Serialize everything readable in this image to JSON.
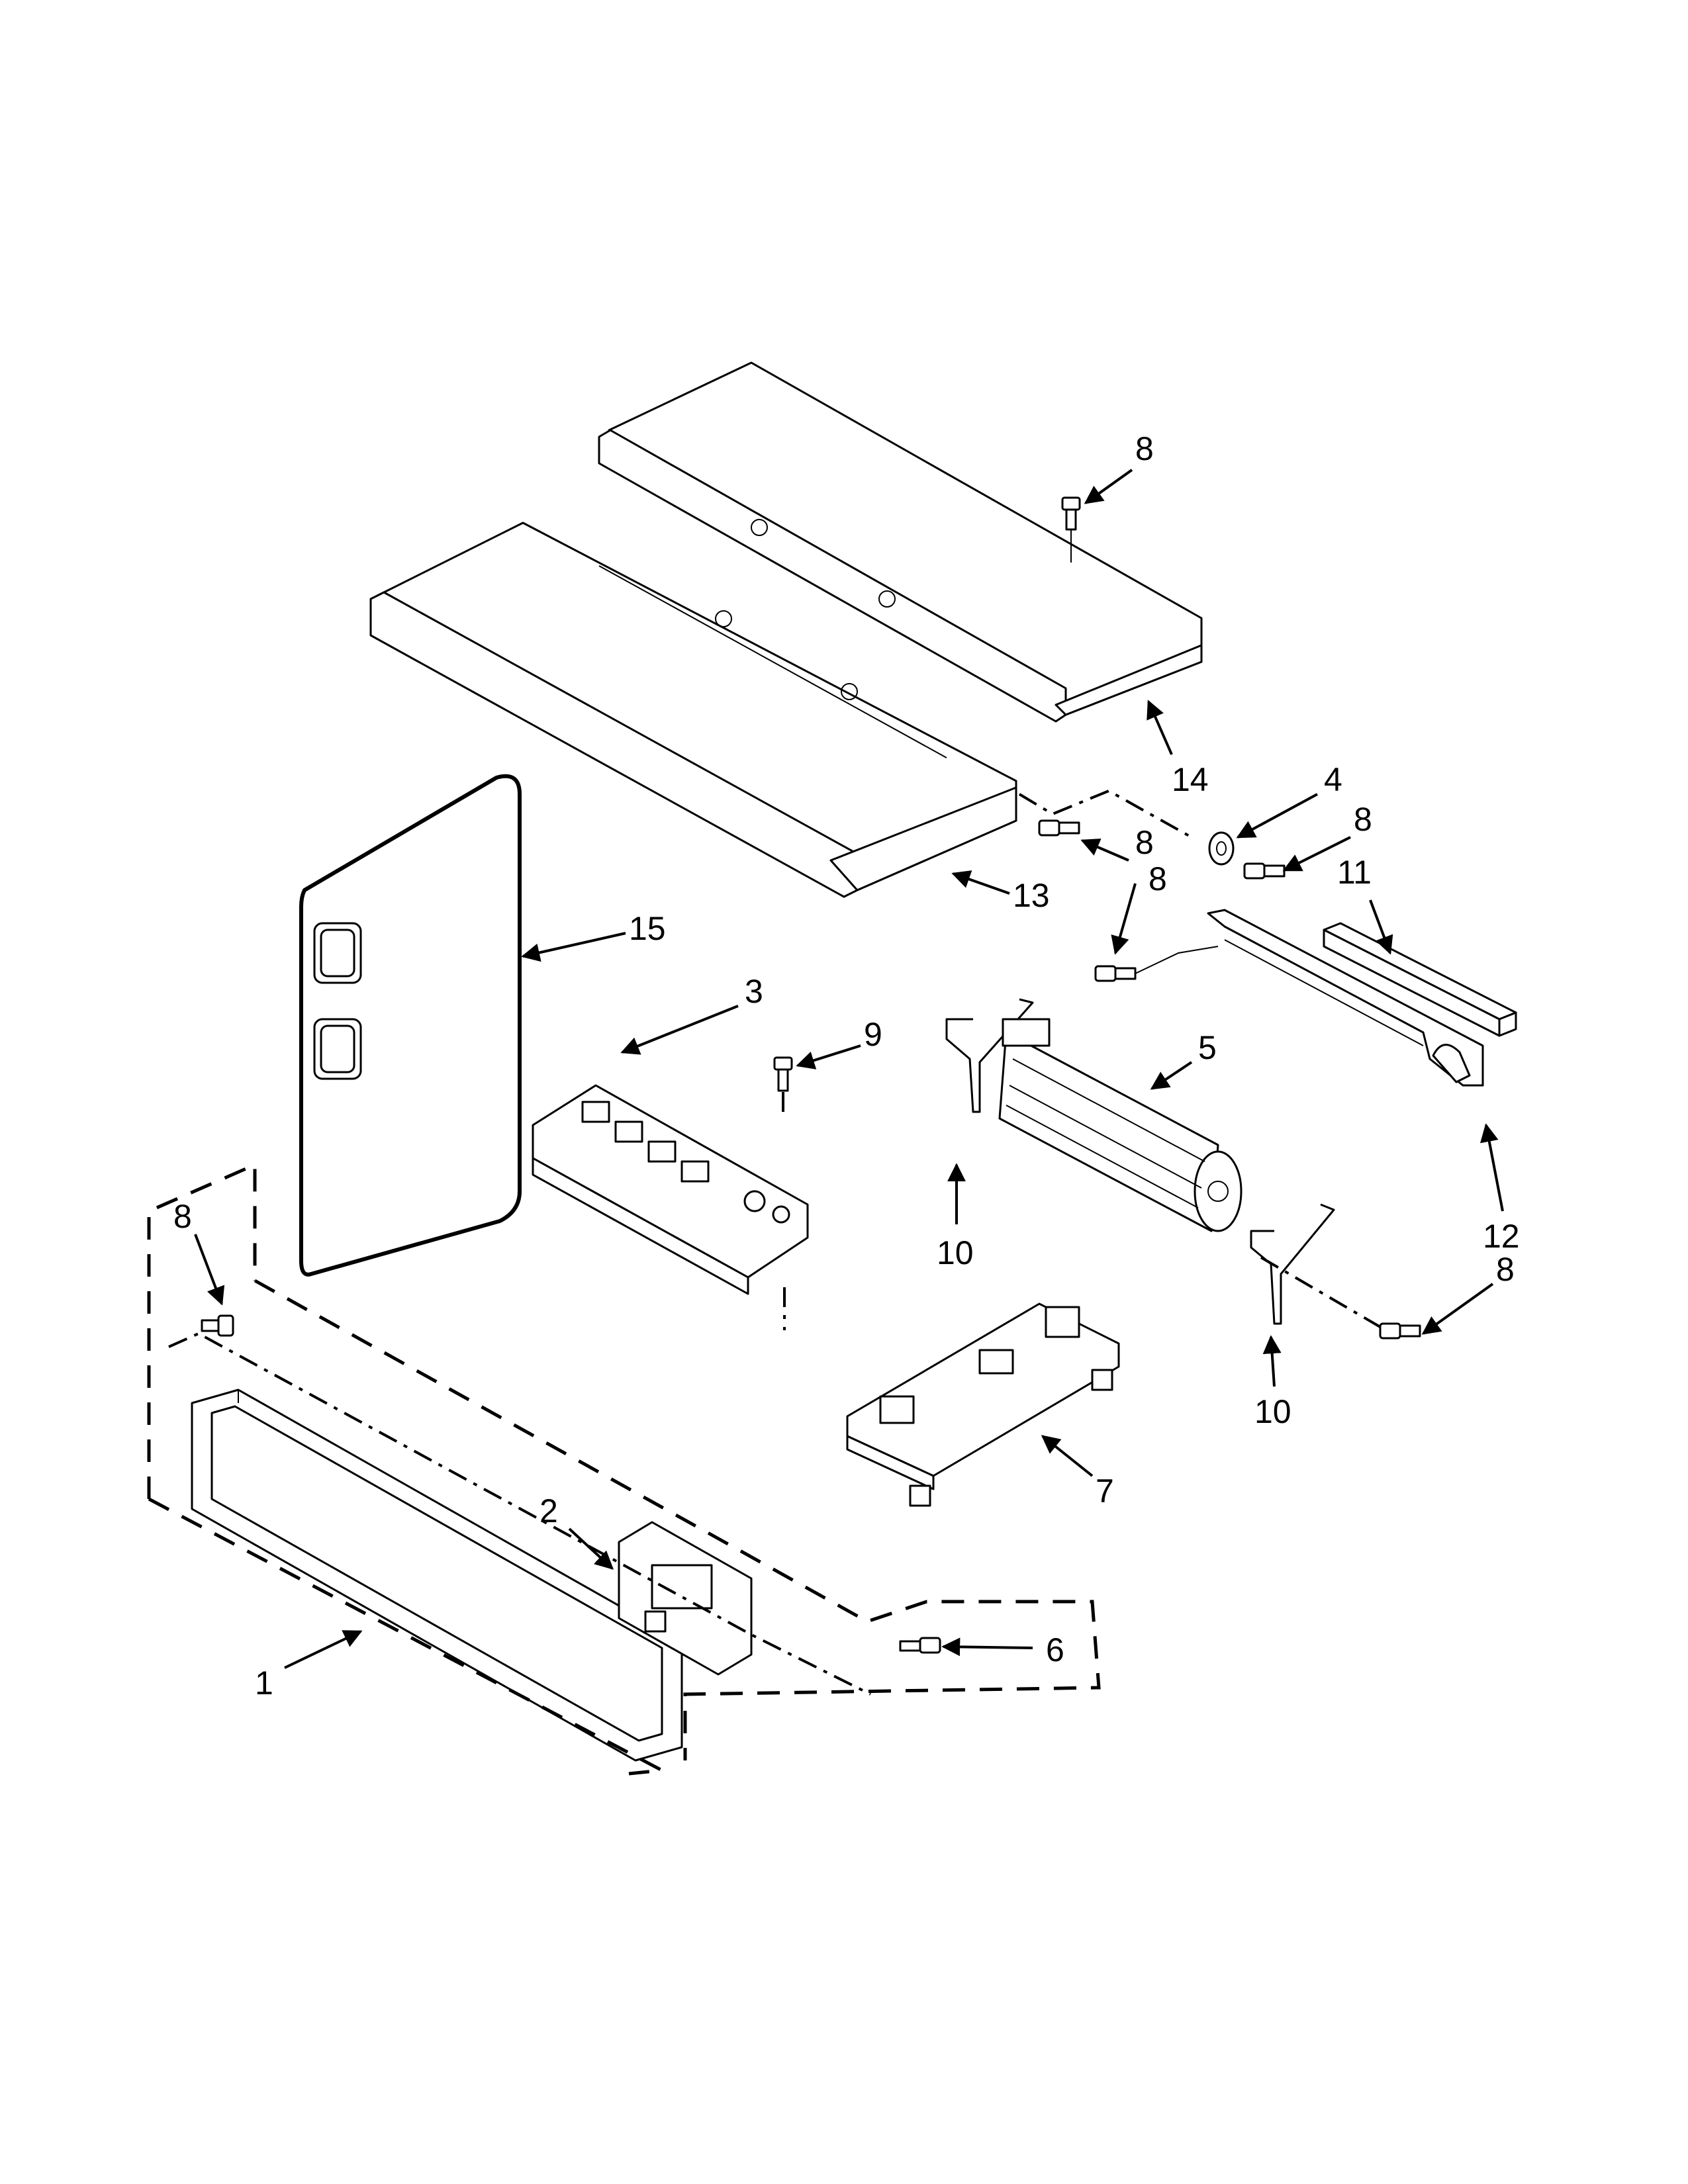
{
  "diagram": {
    "callouts": {
      "c1": "1",
      "c2": "2",
      "c3": "3",
      "c4": "4",
      "c5": "5",
      "c6": "6",
      "c7": "7",
      "c8a": "8",
      "c8b": "8",
      "c8c": "8",
      "c8d": "8",
      "c8e": "8",
      "c8f": "8",
      "c9": "9",
      "c10a": "10",
      "c10b": "10",
      "c11": "11",
      "c12": "12",
      "c13": "13",
      "c14": "14",
      "c15": "15"
    },
    "colors": {
      "line": "#000000",
      "background": "#ffffff",
      "shading": "#d9d9d9"
    }
  }
}
